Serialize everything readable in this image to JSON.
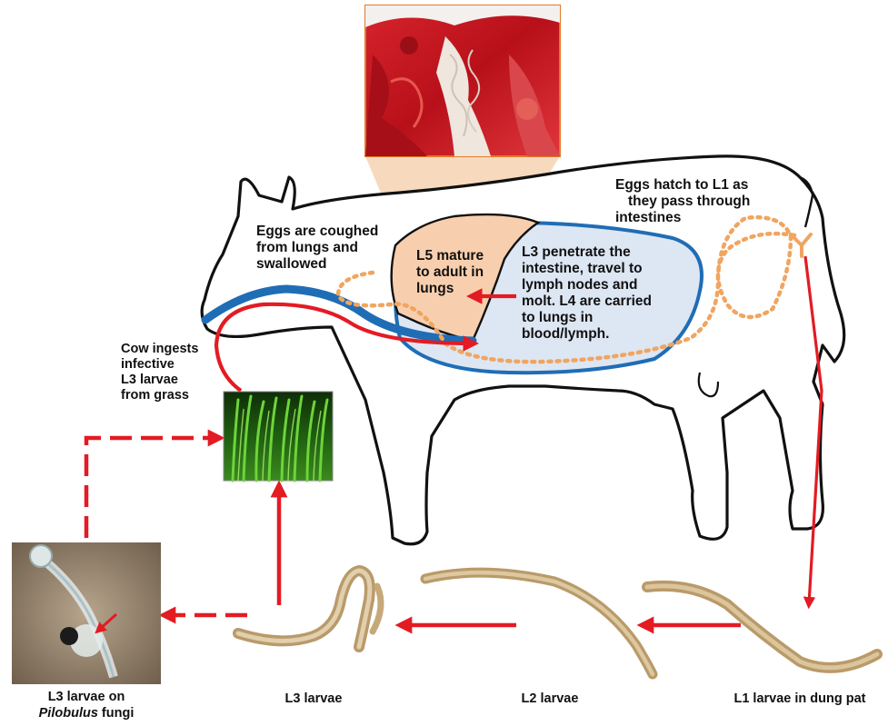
{
  "labels": {
    "eggs_hatch": [
      "Eggs hatch to L1 as",
      "they pass through",
      "intestines"
    ],
    "eggs_coughed": [
      "Eggs are coughed",
      "from lungs and",
      "swallowed"
    ],
    "l5_mature": [
      "L5 mature",
      "to adult in",
      "lungs"
    ],
    "l3_penetrate": [
      "L3 penetrate the",
      "intestine, travel to",
      "lymph nodes and",
      "molt. L4 are carried",
      "to lungs in",
      "blood/lymph."
    ],
    "cow_ingests": [
      "Cow ingests",
      "infective",
      "L3 larvae",
      "from grass"
    ]
  },
  "captions": {
    "l3_fungi_line1": "L3 larvae on",
    "l3_fungi_line2": "Pilobulus",
    "l3_fungi_line2_suffix": " fungi",
    "l3_larvae": "L3 larvae",
    "l2_larvae": "L2 larvae",
    "l1_larvae": "L1 larvae in  dung pat"
  },
  "colors": {
    "arrow": "#e31b23",
    "airway": "#1f6db5",
    "intestine_path": "#f0a560",
    "lung_fill": "#f8cfae",
    "gut_fill": "#dde6f3",
    "larva": "#c8ab7c",
    "grass": "#2f9a1c",
    "tissue": "#c4121d"
  }
}
